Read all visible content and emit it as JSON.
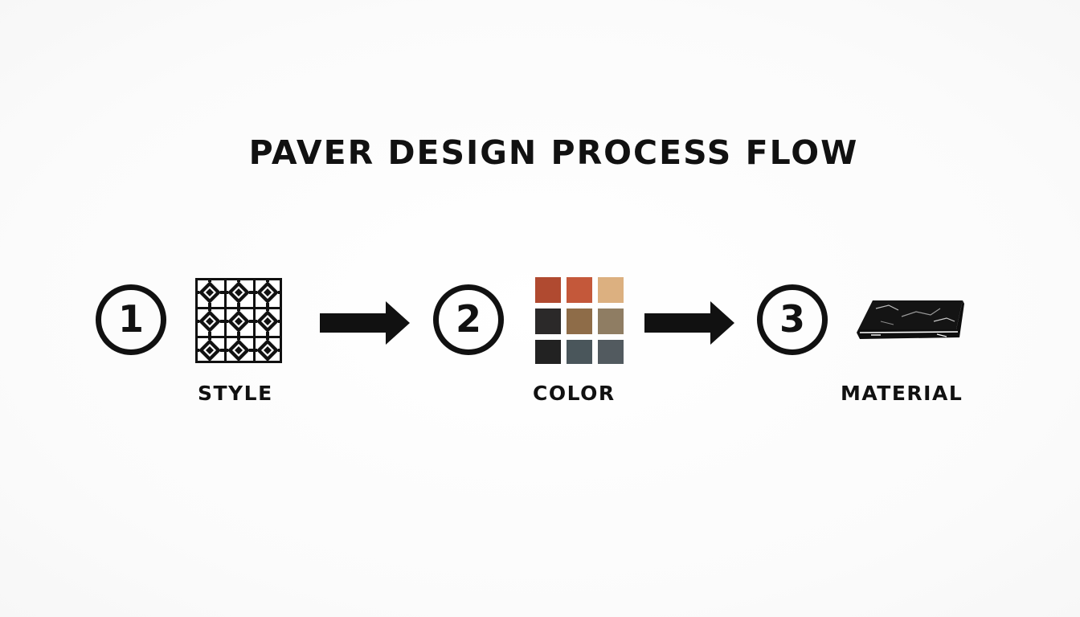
{
  "title": "PAVER DESIGN PROCESS FLOW",
  "steps": [
    {
      "number": "1",
      "label": "STYLE",
      "icon": "geometric-pattern-icon"
    },
    {
      "number": "2",
      "label": "COLOR",
      "icon": "color-swatch-grid-icon"
    },
    {
      "number": "3",
      "label": "MATERIAL",
      "icon": "stone-slab-icon"
    }
  ],
  "connectors": [
    "right-arrow-icon",
    "right-arrow-icon"
  ],
  "colors": {
    "ink": "#111111",
    "background": "#fdfdfd",
    "swatches": [
      "#b04a30",
      "#c4583a",
      "#dcb080",
      "#2b2929",
      "#8e6c48",
      "#8f7d63",
      "#222222",
      "#4a565b",
      "#525a5f"
    ]
  }
}
